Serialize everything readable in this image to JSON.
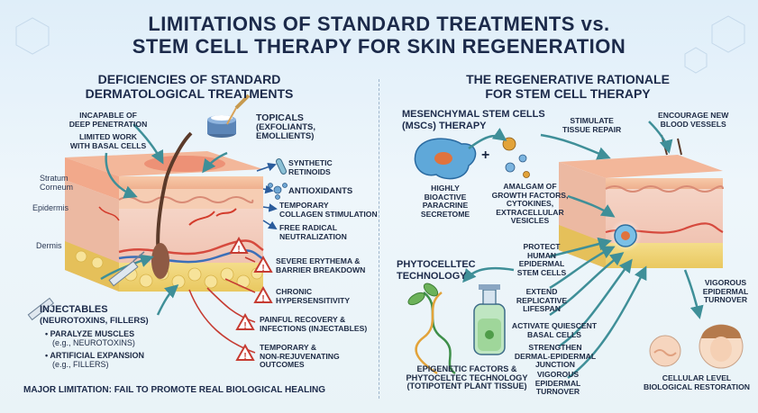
{
  "title_line1": "LIMITATIONS OF STANDARD TREATMENTS vs.",
  "title_line2": "STEM CELL THERAPY FOR SKIN REGENERATION",
  "left": {
    "heading_line1": "DEFICIENCIES OF STANDARD",
    "heading_line2": "DERMATOLOGICAL TREATMENTS",
    "top_notes": [
      "INCAPABLE OF",
      "DEEP PENETRATION",
      "LIMITED WORK",
      "WITH BASAL CELLS"
    ],
    "layers": [
      "Stratum",
      "Corneum",
      "Epidermis",
      "Dermis"
    ],
    "topicals": [
      "TOPICALS",
      "(EXFOLIANTS,",
      "EMOLLIENTS)"
    ],
    "topical_items": [
      "SYNTHETIC",
      "RETINOIDS",
      "ANTIOXIDANTS",
      "TEMPORARY",
      "COLLAGEN STIMULATION",
      "FREE RADICAL",
      "NEUTRALIZATION"
    ],
    "warnings": [
      "SEVERE ERYTHEMA &",
      "BARRIER BREAKDOWN",
      "CHRONIC",
      "HYPERSENSITIVITY",
      "PAINFUL RECOVERY &",
      "INFECTIONS (INJECTABLES)",
      "TEMPORARY &",
      "NON-REJUVENATING",
      "OUTCOMES"
    ],
    "injectables": [
      "INJECTABLES",
      "(NEUROTOXINS, FILLERS)"
    ],
    "bullets": [
      "PARALYZE MUSCLES",
      "(e.g., NEUROTOXINS)",
      "ARTIFICIAL EXPANSION",
      "(e.g., FILLERS)"
    ],
    "bottom": "MAJOR LIMITATION: FAIL TO PROMOTE REAL BIOLOGICAL HEALING"
  },
  "right": {
    "heading_line1": "THE REGENERATIVE RATIONALE",
    "heading_line2": "FOR STEM CELL THERAPY",
    "msc": [
      "MESENCHYMAL STEM CELLS",
      "(MSCs) THERAPY"
    ],
    "msc_desc": [
      "HIGHLY",
      "BIOACTIVE",
      "PARACRINE",
      "SECRETOME"
    ],
    "amalgam": [
      "AMALGAM OF",
      "GROWTH FACTORS,",
      "CYTOKINES,",
      "EXTRACELLULAR",
      "VESICLES"
    ],
    "plus": "+",
    "stimulate": [
      "STIMULATE",
      "TISSUE REPAIR"
    ],
    "encourage": [
      "ENCOURAGE NEW",
      "BLOOD VESSELS"
    ],
    "phyto": [
      "PHYTOCELLTEC",
      "TECHNOLOGY"
    ],
    "benefits": [
      "PROTECT",
      "HUMAN",
      "EPIDERMAL",
      "STEM CELLS",
      "EXTEND",
      "REPLICATIVE",
      "LIFESPAN",
      "ACTIVATE QUIESCENT",
      "BASAL CELLS",
      "STRENGTHEN",
      "DERMAL-EPIDERMAL",
      "JUNCTION",
      "VIGOROUS",
      "EPIDERMAL",
      "TURNOVER"
    ],
    "epigenetic": [
      "EPIGENETIC FACTORS &",
      "PHYTOCELTEC TECHNOLOGY",
      "(TOTIPOTENT PLANT TISSUE)"
    ],
    "vigorous_right": [
      "VIGOROUS",
      "EPIDERMAL",
      "TURNOVER"
    ],
    "cellular": [
      "CELLULAR LEVEL",
      "BIOLOGICAL RESTORATION"
    ]
  }
}
